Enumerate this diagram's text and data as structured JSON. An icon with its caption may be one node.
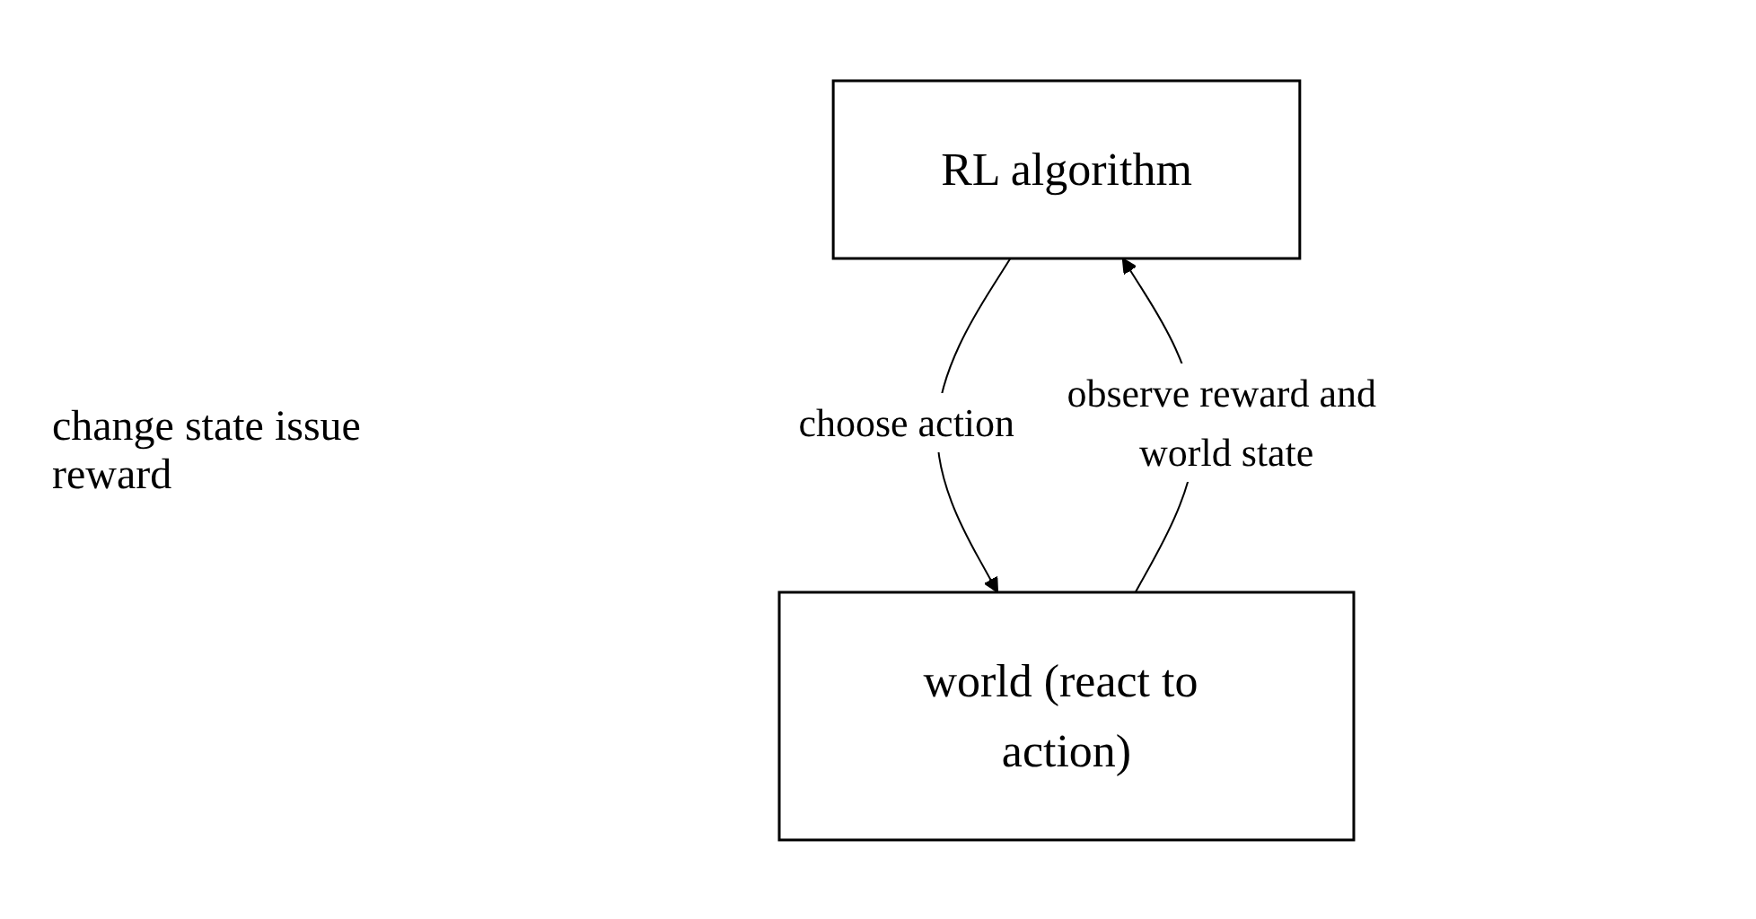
{
  "diagram": {
    "nodes": [
      {
        "text": [
          "RL algorithm"
        ]
      },
      {
        "text": [
          "world (react to action)"
        ]
      }
    ],
    "edges": [
      {
        "from": 0,
        "to": 1,
        "arrow": "to",
        "label": "choose action"
      },
      {
        "from": 1,
        "to": 0,
        "arrow": "to",
        "label": "observe reward and world state"
      }
    ],
    "labels": [
      "change state issue reward"
    ]
  }
}
